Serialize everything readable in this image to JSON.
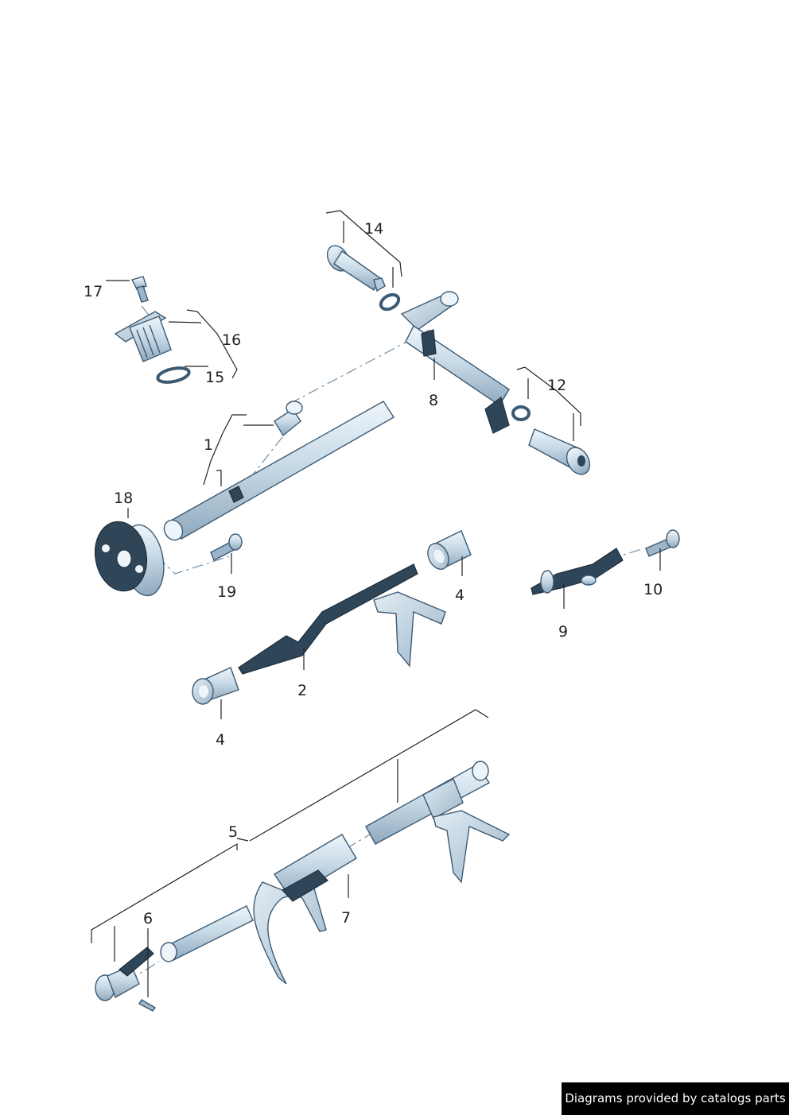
{
  "callouts": {
    "c1": "1",
    "c2": "2",
    "c4a": "4",
    "c4b": "4",
    "c5": "5",
    "c6": "6",
    "c7": "7",
    "c8": "8",
    "c9": "9",
    "c10": "10",
    "c12": "12",
    "c14": "14",
    "c15": "15",
    "c16": "16",
    "c17": "17",
    "c18": "18",
    "c19": "19"
  },
  "footer": {
    "credit": "Diagrams provided by catalogs parts"
  },
  "colors": {
    "part_fill": "#c9dbe8",
    "part_highlight": "#eef5fa",
    "part_stroke": "#3d5a73",
    "dark_part": "#2f4558",
    "axis_line": "#6d8ea8"
  }
}
